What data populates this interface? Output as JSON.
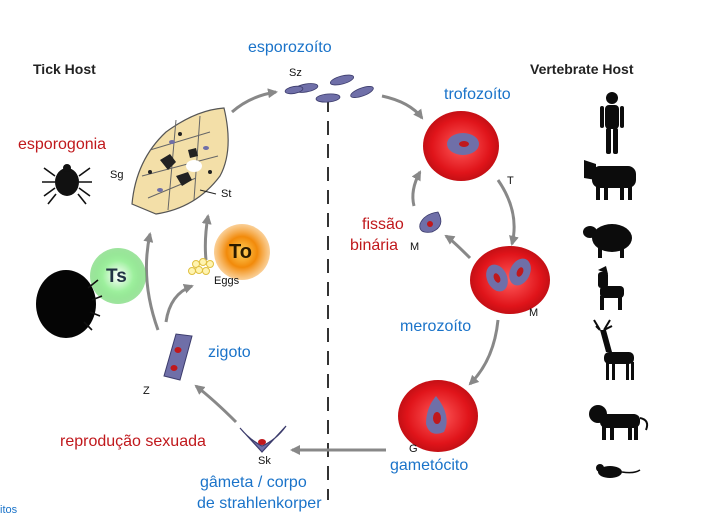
{
  "headers": {
    "tick_host": "Tick Host",
    "vertebrate_host": "Vertebrate Host"
  },
  "stages": {
    "esporozoito": "esporozoíto",
    "trofozoito": "trofozoíto",
    "fissao_line1": "fissão",
    "fissao_line2": "binária",
    "merozoito": "merozoíto",
    "gametocito": "gametócito",
    "gameta_line1": "gâmeta / corpo",
    "gameta_line2": "de strahlenkorper",
    "reproducao": "reprodução sexuada",
    "zigoto": "zigoto",
    "esporogonia": "esporogonia"
  },
  "short_labels": {
    "sz": "Sz",
    "t": "T",
    "m1": "M",
    "m2": "M",
    "g": "G",
    "sk": "Sk",
    "z": "Z",
    "sg": "Sg",
    "st": "St",
    "eggs": "Eggs"
  },
  "badges": {
    "ts": "Ts",
    "to": "To"
  },
  "footer_fragment": "itos",
  "colors": {
    "blue_text": "#1a73c9",
    "red_text": "#c0181c",
    "cell_red": "#e0141a",
    "parasite": "#6f6fa8",
    "ts_badge": "#7be07b",
    "to_badge": "#f28a0a"
  },
  "icons": {
    "tick_small": "tick-icon",
    "tick_large": "engorged-tick-icon",
    "vertebrates": [
      "human-icon",
      "cow-icon",
      "sheep-icon",
      "dog-icon",
      "deer-icon",
      "lion-icon",
      "rodent-icon"
    ]
  }
}
